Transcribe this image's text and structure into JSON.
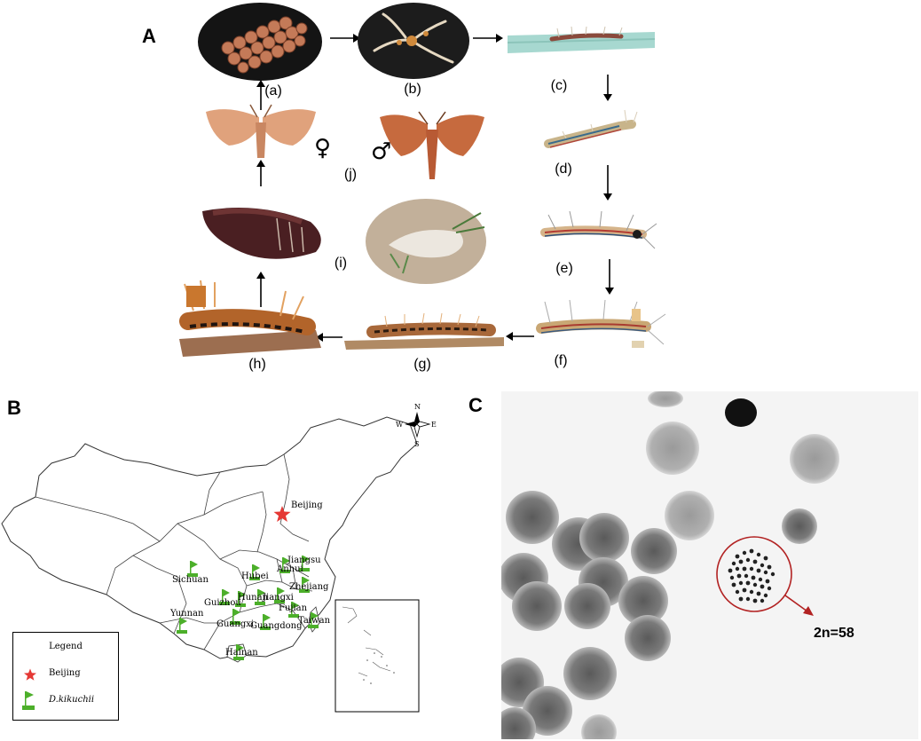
{
  "panels": {
    "a": "A",
    "b": "B",
    "c": "C"
  },
  "stages": {
    "a": "(a)",
    "b": "(b)",
    "c": "(c)",
    "d": "(d)",
    "e": "(e)",
    "f": "(f)",
    "g": "(g)",
    "h": "(h)",
    "i": "(i)",
    "j": "(j)"
  },
  "sex_symbols": {
    "female": "♀",
    "male": "♂"
  },
  "map": {
    "compass": {
      "n": "N",
      "s": "S",
      "e": "E",
      "w": "W"
    },
    "capital": "Beijing",
    "provinces": [
      "Sichuan",
      "Hubei",
      "Anhui",
      "Jiangsu",
      "Zhejiang",
      "Guizhou",
      "Hunan",
      "Jiangxi",
      "Fujian",
      "Yunnan",
      "Guangxi",
      "Guangdong",
      "Taiwan",
      "Hainan"
    ],
    "legend": {
      "title": "Legend",
      "capital_label": "Beijing",
      "species_label": "D.kikuchii"
    },
    "colors": {
      "star": "#e53935",
      "flag": "#4caf2a"
    }
  },
  "karyotype": {
    "label": "2n=58",
    "circle_color": "#b22222"
  }
}
